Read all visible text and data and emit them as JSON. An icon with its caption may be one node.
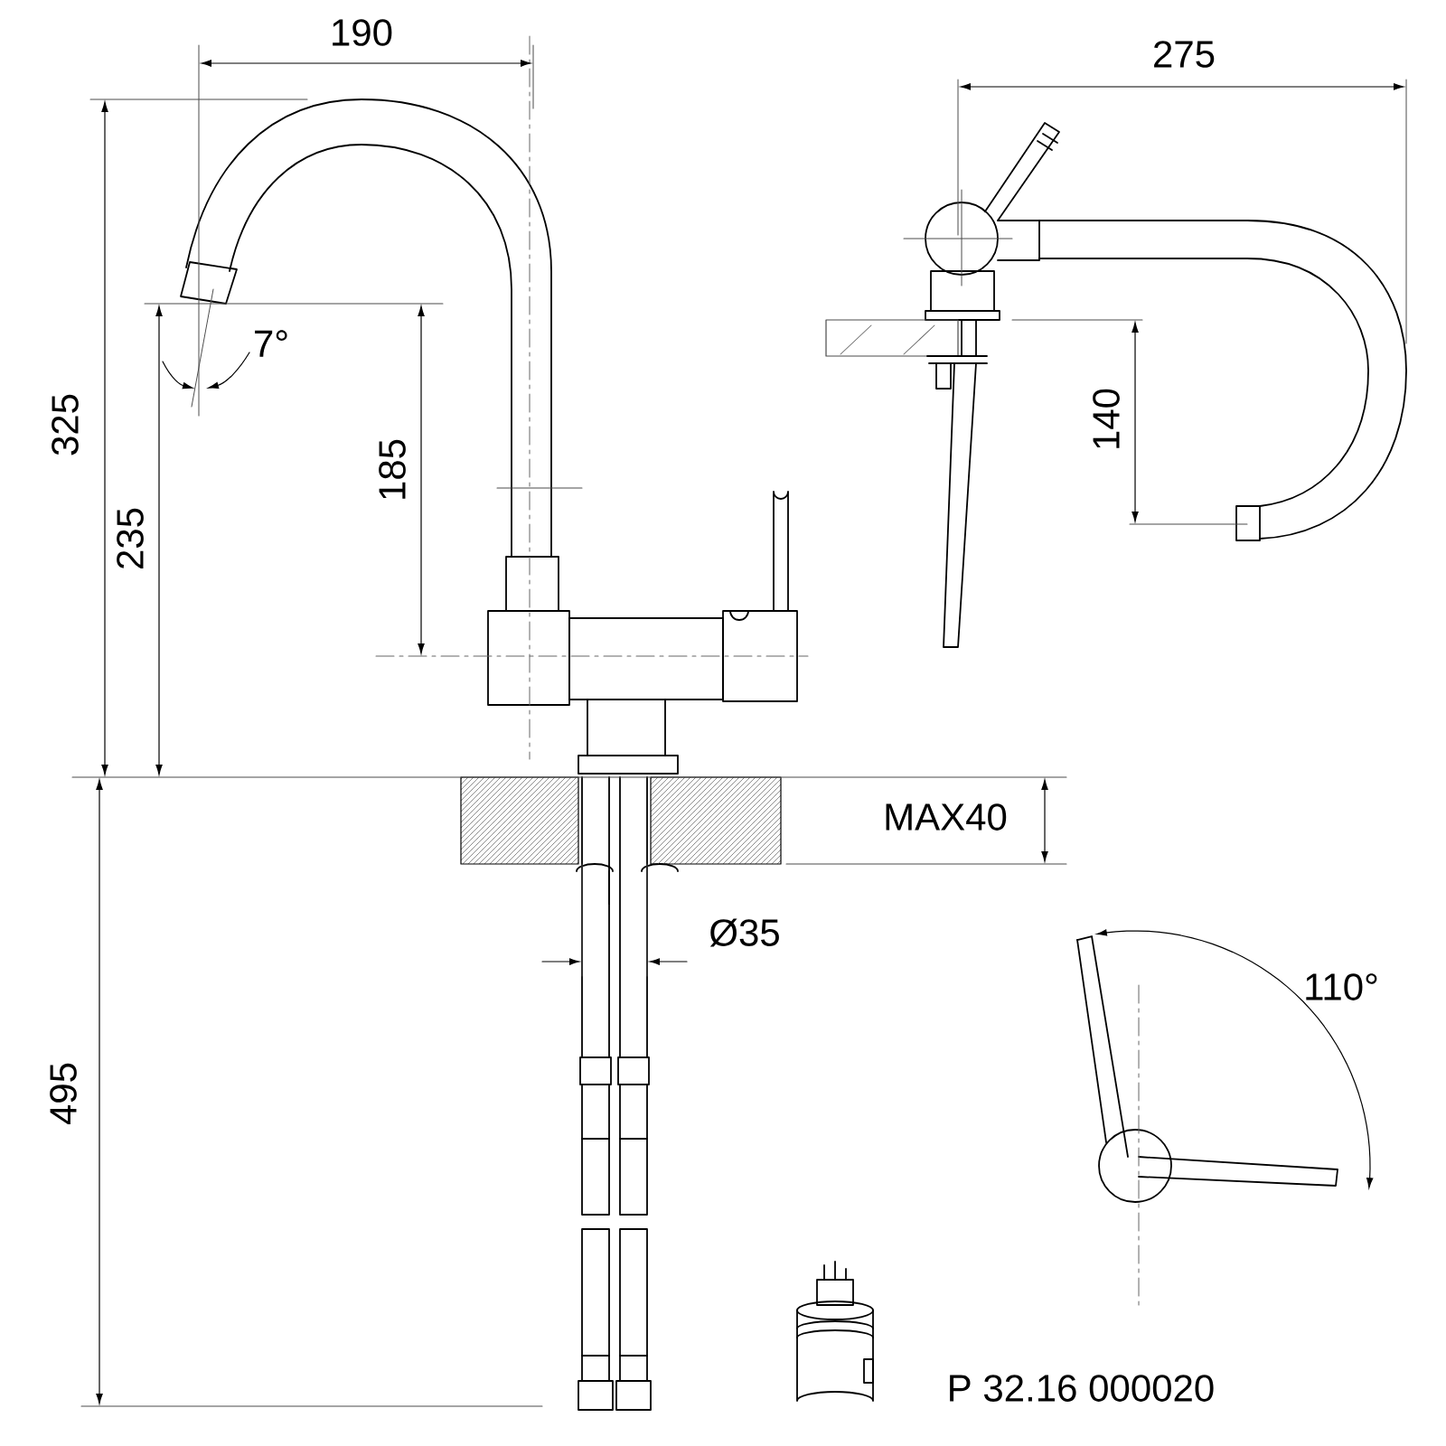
{
  "diagram": {
    "labels": [
      "190",
      "275",
      "7°",
      "325",
      "235",
      "185",
      "140",
      "MAX40",
      "Ø35",
      "110°",
      "495",
      "P 32.16 000020"
    ]
  }
}
